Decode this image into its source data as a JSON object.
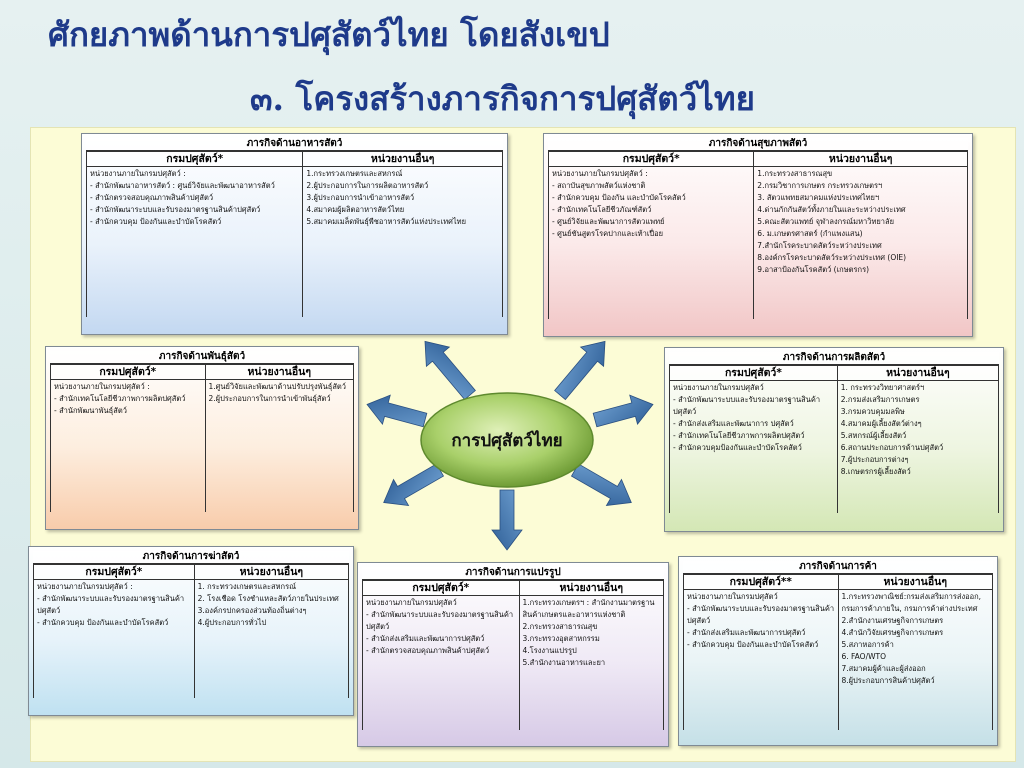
{
  "title": "ศักยภาพด้านการปศุสัตว์ไทย โดยสังเขป",
  "subtitle": "๓. โครงสร้างภารกิจการปศุสัตว์ไทย",
  "center_label": "การปศุสัตว์ไทย",
  "boxes": {
    "feed": {
      "title": "ภารกิจด้านอาหารสัตว์",
      "col1": "กรมปศุสัตว์*",
      "col2": "หน่วยงานอื่นๆ",
      "left": [
        "หน่วยงานภายในกรมปศุสัตว์ :",
        "- สำนักพัฒนาอาหารสัตว์ : ศูนย์วิจัยและพัฒนาอาหารสัตว์",
        "- สำนักตรวจสอบคุณภาพสินค้าปศุสัตว์",
        "- สำนักพัฒนาระบบและรับรองมาตรฐานสินค้าปศุสัตว์",
        "- สำนักควบคุม ป้องกันและบำบัดโรคสัตว์"
      ],
      "right": [
        "1.กระทรวงเกษตรและสหกรณ์",
        "2.ผู้ประกอบการในการผลิตอาหารสัตว์",
        "3.ผู้ประกอบการนำเข้าอาหารสัตว์",
        "4.สมาคมผู้ผลิตอาหารสัตว์ไทย",
        "5.สมาคมเมล็ดพันธุ์พืชอาหารสัตว์แห่งประเทศไทย"
      ]
    },
    "health": {
      "title": "ภารกิจด้านสุขภาพสัตว์",
      "col1": "กรมปศุสัตว์*",
      "col2": "หน่วยงานอื่นๆ",
      "left": [
        "หน่วยงานภายในกรมปศุสัตว์ :",
        "- สถาบันสุขภาพสัตว์แห่งชาติ",
        "- สำนักควบคุม ป้องกัน และบำบัดโรคสัตว์",
        "- สำนักเทคโนโลยีชีวภัณฑ์สัตว์",
        "- ศูนย์วิจัยและพัฒนาการสัตวแพทย์",
        "- ศูนย์ชันสูตรโรคปากและเท้าเปื่อย"
      ],
      "right": [
        "1.กระทรวงสาธารณสุข",
        "2.กรมวิชาการเกษตร กระทรวงเกษตรฯ",
        "3. สัตวแพทยสมาคมแห่งประเทศไทยฯ",
        "4.ด่านกักกันสัตว์ทั้งภายในและระหว่างประเทศ",
        "5.คณะสัตวแพทย์ จุฬาลงกรณ์มหาวิทยาลัย",
        "6. ม.เกษตรศาสตร์ (กำแพงแสน)",
        "7.สำนักโรคระบาดสัตว์ระหว่างประเทศ",
        "8.องค์กรโรคระบาดสัตว์ระหว่างประเทศ (OIE)",
        "9.อาสาป้องกันโรคสัตว์ (เกษตรกร)"
      ]
    },
    "breeding": {
      "title": "ภารกิจด้านพันธุ์สัตว์",
      "col1": "กรมปศุสัตว์*",
      "col2": "หน่วยงานอื่นๆ",
      "left": [
        "หน่วยงานภายในกรมปศุสัตว์ :",
        "- สำนักเทคโนโลยีชีวภาพการผลิตปศุสัตว์",
        "- สำนักพัฒนาพันธุ์สัตว์"
      ],
      "right": [
        "1.ศูนย์วิจัยและพัฒนาด้านปรับปรุงพันธุ์สัตว์",
        "2.ผู้ประกอบการในการนำเข้าพันธุ์สัตว์"
      ]
    },
    "production": {
      "title": "ภารกิจด้านการผลิตสัตว์",
      "col1": "กรมปศุสัตว์*",
      "col2": "หน่วยงานอื่นๆ",
      "left": [
        "หน่วยงานภายในกรมปศุสัตว์",
        "- สำนักพัฒนาระบบและรับรองมาตรฐานสินค้าปศุสัตว์",
        "- สำนักส่งเสริมและพัฒนาการ ปศุสัตว์",
        "- สำนักเทคโนโลยีชีวภาพการผลิตปศุสัตว์",
        "- สำนักควบคุมป้องกันและบำบัดโรคสัตว์"
      ],
      "right": [
        "1. กระทรวงวิทยาศาสตร์ฯ",
        "2.กรมส่งเสริมการเกษตร",
        "3.กรมควบคุมมลพิษ",
        "4.สมาคมผู้เลี้ยงสัตว์ต่างๆ",
        "5.สหกรณ์ผู้เลี้ยงสัตว์",
        "6.สถานประกอบการด้านปศุสัตว์",
        "7.ผู้ประกอบการต่างๆ",
        "8.เกษตรกรผู้เลี้ยงสัตว์"
      ]
    },
    "slaughter": {
      "title": "ภารกิจด้านการฆ่าสัตว์",
      "col1": "กรมปศุสัตว์*",
      "col2": "หน่วยงานอื่นๆ",
      "left": [
        "หน่วยงานภายในกรมปศุสัตว์ :",
        "- สำนักพัฒนาระบบและรับรองมาตรฐานสินค้าปศุสัตว์",
        "- สำนักควบคุม ป้องกันและบำบัดโรคสัตว์"
      ],
      "right": [
        "1. กระทรวงเกษตรและสหกรณ์",
        "2. โรงเชือด โรงชำแหละสัตว์ภายในประเทศ",
        "3.องค์กรปกครองส่วนท้องถิ่นต่างๆ",
        "4.ผู้ประกอบการทั่วไป"
      ]
    },
    "processing": {
      "title": "ภารกิจด้านการแปรรูป",
      "col1": "กรมปศุสัตว์*",
      "col2": "หน่วยงานอื่นๆ",
      "left": [
        "หน่วยงานภายในกรมปศุสัตว์",
        "- สำนักพัฒนาระบบและรับรองมาตรฐานสินค้าปศุสัตว์",
        "- สำนักส่งเสริมและพัฒนาการปศุสัตว์",
        "- สำนักตรวจสอบคุณภาพสินค้าปศุสัตว์"
      ],
      "right": [
        "1.กระทรวงเกษตรฯ : สำนักงานมาตรฐานสินค้าเกษตรและอาหารแห่งชาติ",
        "2.กระทรวงสาธารณสุข",
        "3.กระทรวงอุตสาหกรรม",
        "4.โรงงานแปรรูป",
        "5.สำนักงานอาหารและยา"
      ]
    },
    "trade": {
      "title": "ภารกิจด้านการค้า",
      "col1": "กรมปศุสัตว์**",
      "col2": "หน่วยงานอื่นๆ",
      "left": [
        "หน่วยงานภายในกรมปศุสัตว์",
        "- สำนักพัฒนาระบบและรับรองมาตรฐานสินค้าปศุสัตว์",
        "- สำนักส่งเสริมและพัฒนาการปศุสัตว์",
        "- สำนักควบคุม ป้องกันและบำบัดโรคสัตว์"
      ],
      "right": [
        "1.กระทรวงพาณิชย์:กรมส่งเสริมการส่งออก, กรมการค้าภายใน, กรมการค้าต่างประเทศ",
        "2.สำนักงานเศรษฐกิจการเกษตร",
        "4.สำนักวิจัยเศรษฐกิจการเกษตร",
        "5.สภาหอการค้า",
        "6. FAO/WTO",
        "7.สมาคมผู้ค้าและผู้ส่งออก",
        "8.ผู้ประกอบการสินค้าปศุสัตว์"
      ]
    }
  }
}
